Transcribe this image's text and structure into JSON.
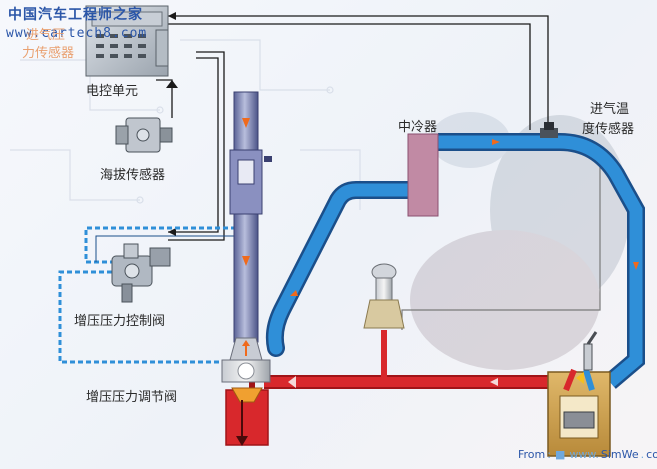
{
  "watermark": {
    "cn": "中国汽车工程师之家",
    "url": "www.cartech8.com"
  },
  "labels": {
    "intake_pressure_sensor_line1": "进气压",
    "intake_pressure_sensor_line2": "力传感器",
    "ecu": "电控单元",
    "altitude_sensor": "海拔传感器",
    "intercooler": "中冷器",
    "intake_temp_sensor_line1": "进气温",
    "intake_temp_sensor_line2": "度传感器",
    "boost_control_valve": "增压压力控制阀",
    "boost_regulating_valve": "增压压力调节阀"
  },
  "credit": {
    "prefix": "From",
    "site": "SimWe",
    "tld": "com"
  },
  "colors": {
    "intake_pipe": "#2f8fd8",
    "intake_pipe_edge": "#1b4f8a",
    "exhaust_pipe": "#d8282c",
    "exhaust_dark": "#a01418",
    "intercooler": "#c18aa4",
    "turbo_shaft": "#7a82b4",
    "wire": "#1a1a1a",
    "vacuum_line": "#2f8fd8",
    "arrow_intake": "#f06a1c",
    "arrow_exhaust": "#f4d8d8",
    "watermark": "#2b56a8"
  }
}
